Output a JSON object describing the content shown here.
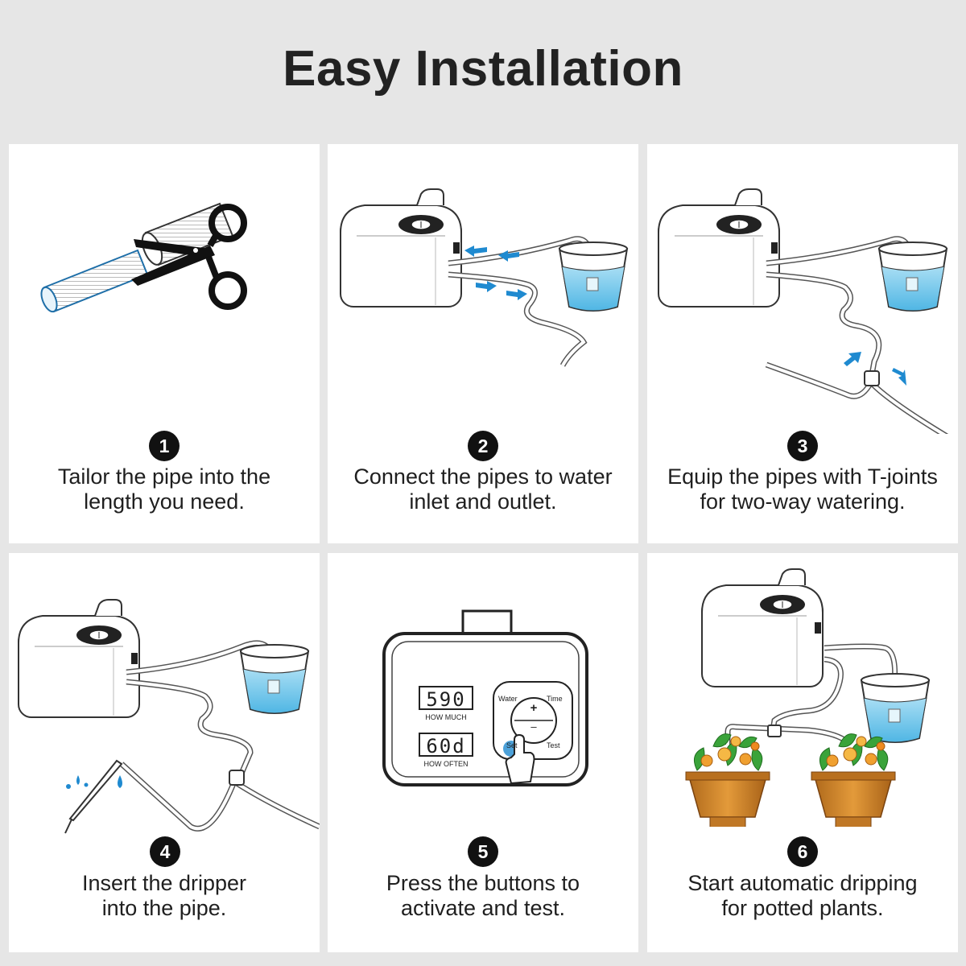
{
  "title": "Easy Installation",
  "colors": {
    "background": "#e6e6e6",
    "panel": "#ffffff",
    "badge": "#111111",
    "water": "#6ec5ea",
    "accent": "#1f8ad0",
    "pot": "#c9822a",
    "leaf": "#3aa33a",
    "fruit": "#f0a030"
  },
  "steps": [
    {
      "number": "1",
      "line1": "Tailor the pipe into the",
      "line2": "length you need.",
      "icons": [
        "pipe-icon",
        "scissors-icon"
      ]
    },
    {
      "number": "2",
      "line1": "Connect the pipes to water",
      "line2": "inlet and outlet.",
      "icons": [
        "water-pump-icon",
        "bucket-icon",
        "arrow-icon"
      ]
    },
    {
      "number": "3",
      "line1": "Equip the pipes with T-joints",
      "line2": "for two-way watering.",
      "icons": [
        "water-pump-icon",
        "bucket-icon",
        "t-joint-icon"
      ]
    },
    {
      "number": "4",
      "line1": "Insert the dripper",
      "line2": "into the pipe.",
      "icons": [
        "water-pump-icon",
        "bucket-icon",
        "dripper-icon"
      ]
    },
    {
      "number": "5",
      "line1": "Press the buttons to",
      "line2": "activate and test.",
      "icons": [
        "control-panel-icon",
        "hand-pointer-icon"
      ],
      "display": {
        "amount": "590",
        "amount_label": "HOW MUCH",
        "interval": "60d",
        "interval_label": "HOW OFTEN",
        "buttons": {
          "water": "Water",
          "time": "Time",
          "plus": "+",
          "minus": "–",
          "set": "Set",
          "test": "Test"
        }
      }
    },
    {
      "number": "6",
      "line1": "Start automatic dripping",
      "line2": "for potted plants.",
      "icons": [
        "water-pump-icon",
        "bucket-icon",
        "potted-plant-icon"
      ]
    }
  ]
}
